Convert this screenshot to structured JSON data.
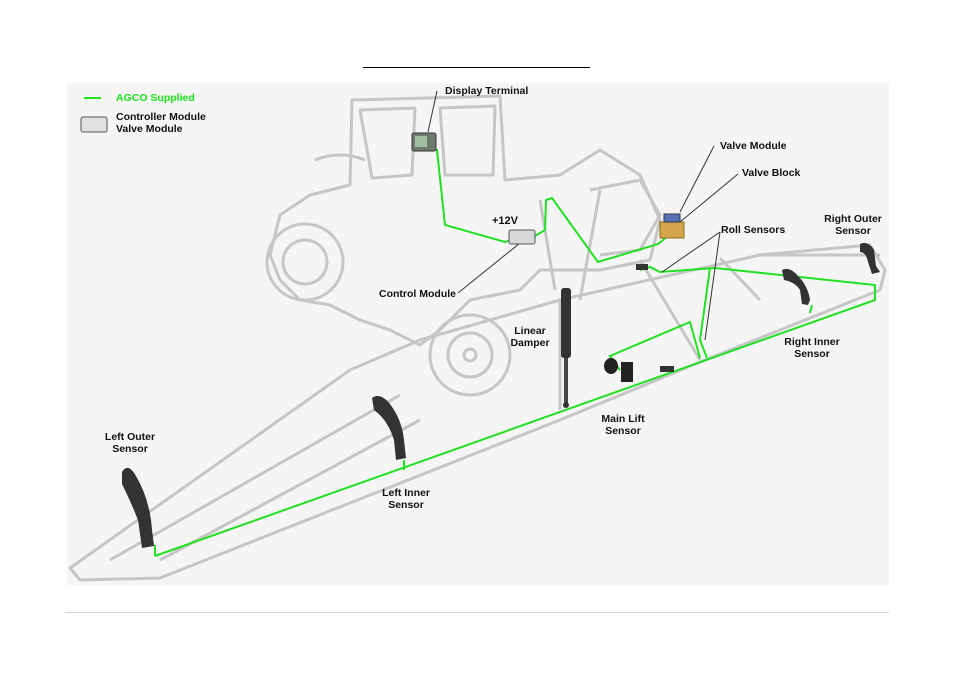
{
  "colors": {
    "harness": "#22e022",
    "outline": "#c6c6c6",
    "panel": "#f5f5f5",
    "legend_text": "#19e619"
  },
  "legend": {
    "agco_supplied": "AGCO Supplied",
    "controller_module": "Controller Module",
    "valve_module": "Valve Module"
  },
  "labels": {
    "display_terminal": "Display Terminal",
    "valve_module": "Valve Module",
    "valve_block": "Valve Block",
    "right_outer_sensor_1": "Right Outer",
    "right_outer_sensor_2": "Sensor",
    "plus_12v": "+12V",
    "roll_sensors": "Roll Sensors",
    "control_module": "Control Module",
    "linear_damper_1": "Linear",
    "linear_damper_2": "Damper",
    "right_inner_sensor_1": "Right Inner",
    "right_inner_sensor_2": "Sensor",
    "main_lift_sensor_1": "Main Lift",
    "main_lift_sensor_2": "Sensor",
    "left_outer_sensor_1": "Left Outer",
    "left_outer_sensor_2": "Sensor",
    "left_inner_sensor_1": "Left Inner",
    "left_inner_sensor_2": "Sensor"
  }
}
